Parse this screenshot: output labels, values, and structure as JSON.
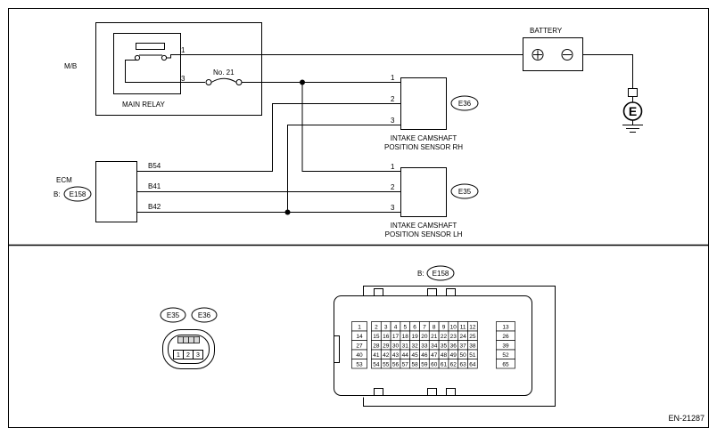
{
  "labels": {
    "mb": "M/B",
    "main_relay": "MAIN RELAY",
    "fuse": "No. 21",
    "battery": "BATTERY",
    "ground": "E",
    "ecm": "ECM",
    "ecm_prefix": "B:",
    "ecm_conn": "E158",
    "sensor_rh_conn": "E36",
    "sensor_rh_line1": "INTAKE CAMSHAFT",
    "sensor_rh_line2": "POSITION SENSOR RH",
    "sensor_lh_conn": "E35",
    "sensor_lh_line1": "INTAKE CAMSHAFT",
    "sensor_lh_line2": "POSITION SENSOR LH",
    "b54": "B54",
    "b41": "B41",
    "b42": "B42",
    "connector_view_prefix": "B:",
    "connector_view_conn": "E158",
    "small_conn_a": "E35",
    "small_conn_b": "E36",
    "figure_id": "EN-21287"
  },
  "pins": {
    "relay_1": "1",
    "relay_3": "3",
    "rh_1": "1",
    "rh_2": "2",
    "rh_3": "3",
    "lh_1": "1",
    "lh_2": "2",
    "lh_3": "3",
    "small_1": "1",
    "small_2": "2",
    "small_3": "3"
  },
  "battery_symbols": {
    "plus": "⊕",
    "minus": "⊖"
  },
  "ecm_connector_grid": [
    [
      "1",
      "2",
      "3",
      "4",
      "5",
      "6",
      "7",
      "8",
      "9",
      "10",
      "11",
      "12",
      "13"
    ],
    [
      "14",
      "15",
      "16",
      "17",
      "18",
      "19",
      "20",
      "21",
      "22",
      "23",
      "24",
      "25",
      "26"
    ],
    [
      "27",
      "28",
      "29",
      "30",
      "31",
      "32",
      "33",
      "34",
      "35",
      "36",
      "37",
      "38",
      "39"
    ],
    [
      "40",
      "41",
      "42",
      "43",
      "44",
      "45",
      "46",
      "47",
      "48",
      "49",
      "50",
      "51",
      "52"
    ],
    [
      "53",
      "54",
      "55",
      "56",
      "57",
      "58",
      "59",
      "60",
      "61",
      "62",
      "63",
      "64",
      "65"
    ]
  ]
}
